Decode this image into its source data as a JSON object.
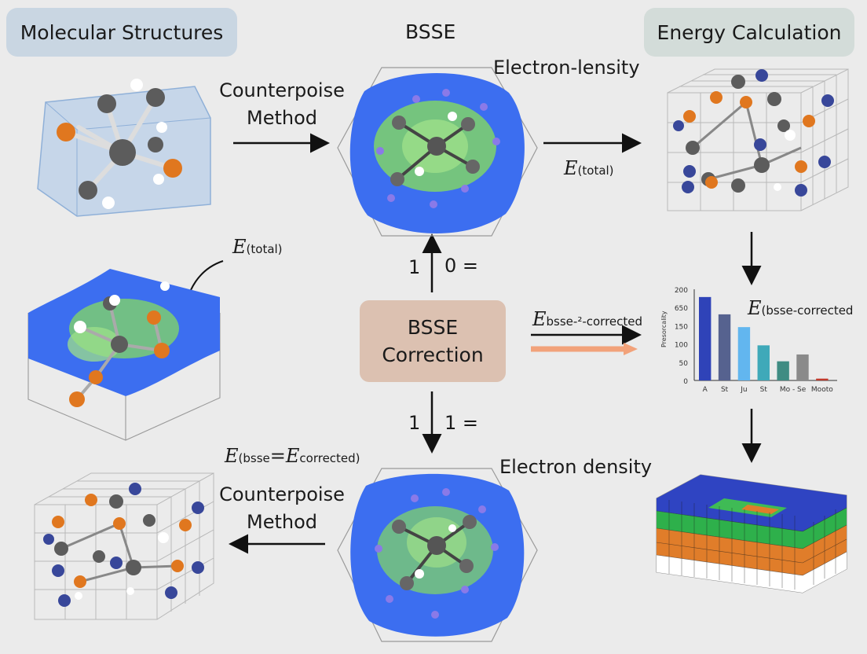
{
  "header": {
    "left_title": "Molecular Structures",
    "center_title": "BSSE",
    "right_title": "Energy Calculation"
  },
  "labels": {
    "counterpoise_top_line1": "Counterpoise",
    "counterpoise_top_line2": "Method",
    "counterpoise_bottom_line1": "Counterpoise",
    "counterpoise_bottom_line2": "Method",
    "electron_density_top": "Electron-lensity",
    "electron_density_bottom": "Electron density",
    "e_letter": "E",
    "e_total_sub": "(total)",
    "e_bsse_corrected_sub": "(bsse-corrected",
    "e_bsse_mid_sub": "bsse",
    "e_bsse_mid_tail": "-²-corrected",
    "e_bottom_left_sub1": "(bsse",
    "e_bottom_left_eq": "=E",
    "e_bottom_left_sub2": "corrected)",
    "arrow_up_left": "1",
    "arrow_up_right": "0 =",
    "arrow_down_left": "1",
    "arrow_down_right": "1 ="
  },
  "correction_box": {
    "line1": "BSSE",
    "line2": "Correction"
  },
  "colors": {
    "left_pill": "#c9d6e2",
    "right_pill": "#d3dcd9",
    "correction_box": "#dcc1b1",
    "carbon": "#5c5c5c",
    "oxygen": "#e0771f",
    "nitrogen": "#38479a",
    "hydrogen": "#ffffff",
    "surface_blue": "#3c6ef0",
    "surface_green": "#7fd36a",
    "orange_arrow": "#f2a27a"
  },
  "chart_data": {
    "type": "bar",
    "categories": [
      "A",
      "St",
      "Ju",
      "St",
      "Mo",
      "Se",
      "Mooto"
    ],
    "values": [
      183,
      145,
      117,
      77,
      42,
      57,
      4
    ],
    "colors": [
      "#2f43b8",
      "#56628f",
      "#62b6ef",
      "#3fa9b9",
      "#3f8c83",
      "#8a8a8a",
      "#c0392b"
    ],
    "ylabel": "Presorcality",
    "y_ticks": [
      "200",
      "650",
      "150",
      "100",
      "50",
      "0"
    ],
    "ylim": [
      0,
      200
    ],
    "x_tick_labels": [
      "A",
      "St",
      "Ju",
      "St",
      "Mo - Se",
      "Mooto"
    ]
  }
}
